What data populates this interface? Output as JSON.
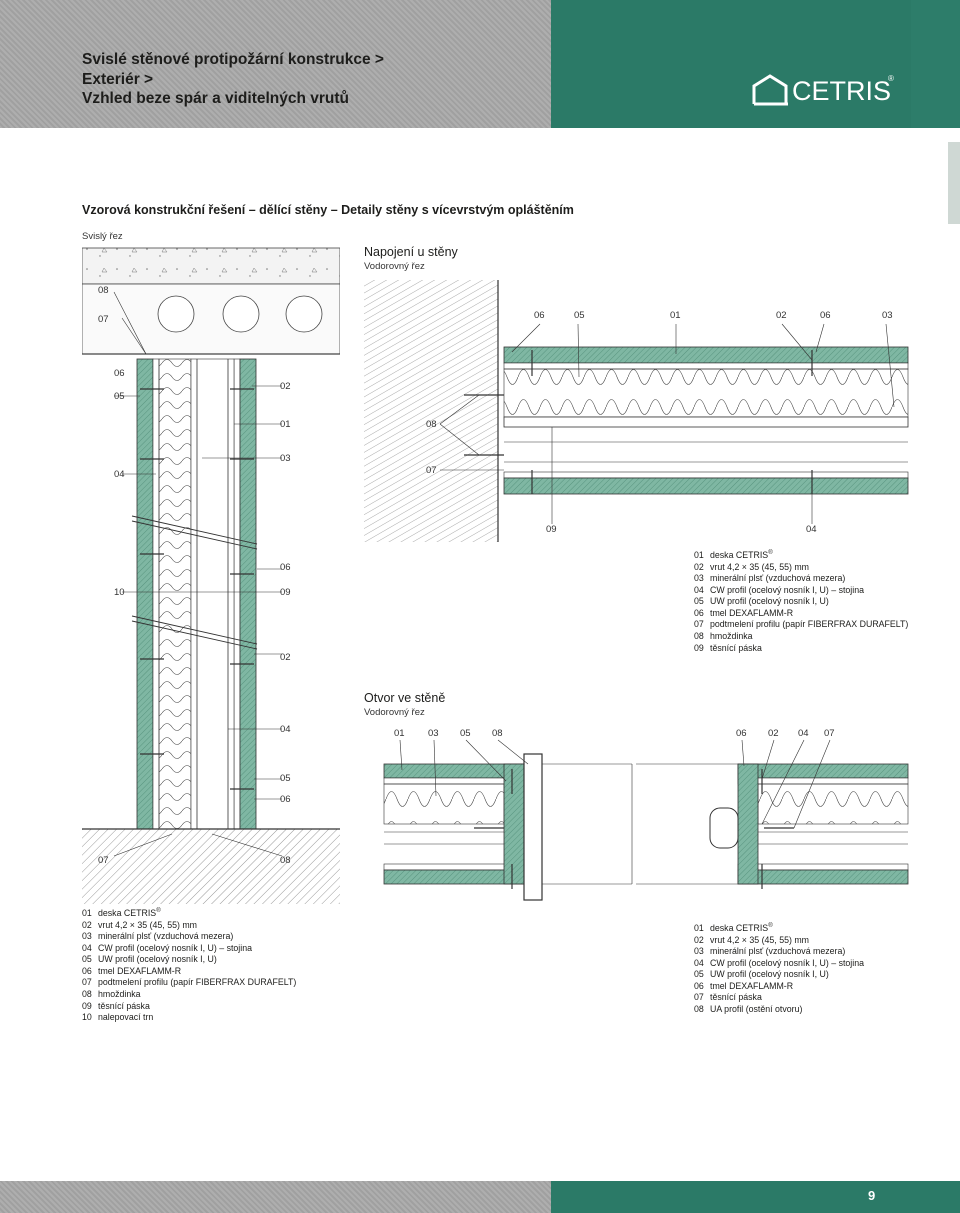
{
  "header": {
    "title_lines": [
      "Svislé stěnové protipožární konstrukce >",
      "Exteriér >",
      "Vzhled beze spár a viditelných vrutů"
    ],
    "logo_text": "CETRIS",
    "logo_reg": "®",
    "colors": {
      "grey": "#a9a9a9",
      "green": "#2b7a67"
    }
  },
  "main_heading": "Vzorová konstrukční řešení – dělící stěny – Detaily stěny s vícevrstvým opláštěním",
  "vertical_section": {
    "subtitle": "Svislý řez",
    "labels_left": [
      "08",
      "07",
      "06",
      "05",
      "04",
      "10"
    ],
    "labels_right": [
      "02",
      "01",
      "03",
      "06",
      "09",
      "02",
      "04",
      "05",
      "06"
    ],
    "labels_bottom": [
      "07",
      "08"
    ]
  },
  "wall_joint": {
    "title": "Napojení u stěny",
    "subtitle": "Vodorovný řez",
    "labels_top": [
      "06",
      "05",
      "01",
      "02",
      "06",
      "03"
    ],
    "labels_left": [
      "08",
      "07"
    ],
    "labels_bottom": [
      "09",
      "04"
    ]
  },
  "opening": {
    "title": "Otvor ve stěně",
    "subtitle": "Vodorovný řez",
    "labels_left": [
      "01",
      "03",
      "05",
      "08"
    ],
    "labels_right": [
      "06",
      "02",
      "04",
      "07"
    ]
  },
  "legend_left": [
    [
      "01",
      "deska CETRIS"
    ],
    [
      "02",
      "vrut 4,2 × 35 (45, 55) mm"
    ],
    [
      "03",
      "minerální plsť (vzduchová mezera)"
    ],
    [
      "04",
      "CW profil (ocelový nosník I, U) – stojina"
    ],
    [
      "05",
      "UW profil (ocelový nosník I, U)"
    ],
    [
      "06",
      "tmel DEXAFLAMM-R"
    ],
    [
      "07",
      "podtmelení profilu (papír FIBERFRAX DURAFELT)"
    ],
    [
      "08",
      "hmoždinka"
    ],
    [
      "09",
      "těsnící páska"
    ],
    [
      "10",
      "nalepovací trn"
    ]
  ],
  "legend_joint": [
    [
      "01",
      "deska CETRIS"
    ],
    [
      "02",
      "vrut 4,2 × 35 (45, 55) mm"
    ],
    [
      "03",
      "minerální plsť (vzduchová mezera)"
    ],
    [
      "04",
      "CW profil (ocelový nosník I, U) – stojina"
    ],
    [
      "05",
      "UW profil (ocelový nosník I, U)"
    ],
    [
      "06",
      "tmel DEXAFLAMM-R"
    ],
    [
      "07",
      "podtmelení profilu (papír FIBERFRAX DURAFELT)"
    ],
    [
      "08",
      "hmoždinka"
    ],
    [
      "09",
      "těsnící páska"
    ]
  ],
  "legend_opening": [
    [
      "01",
      "deska CETRIS"
    ],
    [
      "02",
      "vrut 4,2 × 35 (45, 55) mm"
    ],
    [
      "03",
      "minerální plsť (vzduchová mezera)"
    ],
    [
      "04",
      "CW profil (ocelový nosník I, U) – stojina"
    ],
    [
      "05",
      "UW profil (ocelový nosník I, U)"
    ],
    [
      "06",
      "tmel DEXAFLAMM-R"
    ],
    [
      "07",
      "těsnící páska"
    ],
    [
      "08",
      "UA profil (ostění otvoru)"
    ]
  ],
  "page_number": "9"
}
